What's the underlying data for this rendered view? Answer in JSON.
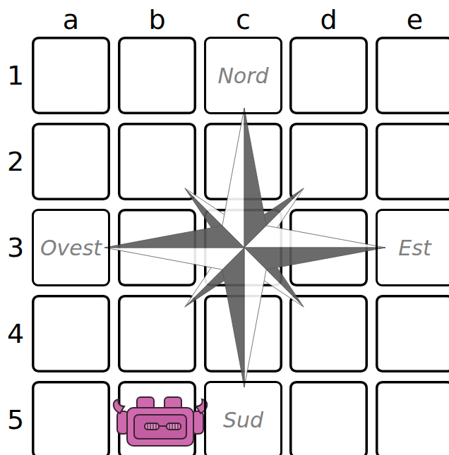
{
  "diagram": {
    "nodes": [
      {
        "text": [
          "Nord"
        ]
      },
      {
        "text": [
          "Ovest"
        ]
      },
      {
        "text": [
          "Est"
        ]
      },
      {
        "text": [
          "Sud"
        ]
      }
    ],
    "labels": [
      "a",
      "b",
      "c",
      "d",
      "e",
      "1",
      "2",
      "3",
      "4",
      "5"
    ]
  }
}
